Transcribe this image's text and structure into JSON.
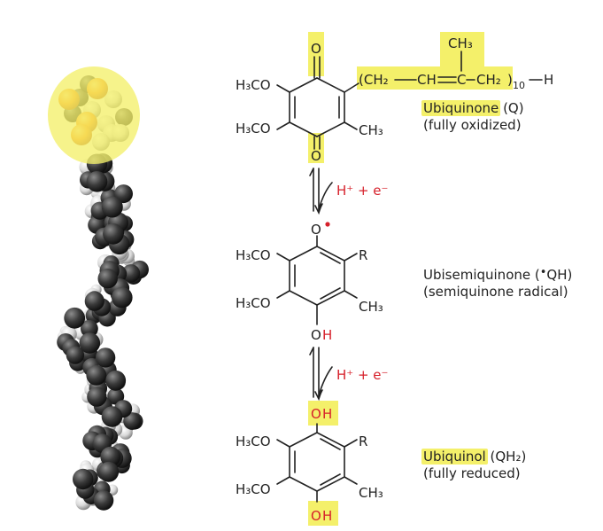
{
  "colors": {
    "highlight": "#f4f06a",
    "red": "#d6212b",
    "ink": "#222222",
    "atom_light": "#e6e6e6",
    "atom_dark": "#333333",
    "atom_orange": "#ff7f00"
  },
  "model": {
    "icon": "space-filling-molecule-icon"
  },
  "atoms": {
    "O": "O",
    "oh_O": "O",
    "oh_H": "H",
    "h3co": "H₃CO",
    "ch3": "CH₃",
    "R": "R",
    "ch2_left": "(CH₂",
    "ch": "CH",
    "c": "C",
    "ch2_right": "CH₂",
    "sub10": "10",
    "close_paren": ")",
    "H_end": "H"
  },
  "arrows": {
    "step1": {
      "text": "H⁺ + e⁻"
    },
    "step2": {
      "text": "H⁺ + e⁻"
    }
  },
  "states": {
    "q": {
      "name": "Ubiquinone",
      "formula": "(Q)",
      "desc": "(fully oxidized)"
    },
    "qh": {
      "name": "Ubisemiquinone",
      "formula_pre": "(",
      "dot": "•",
      "formula_post": "QH)",
      "desc": "(semiquinone radical)"
    },
    "qh2": {
      "name": "Ubiquinol",
      "formula": "(QH₂)",
      "desc": "(fully reduced)"
    }
  }
}
